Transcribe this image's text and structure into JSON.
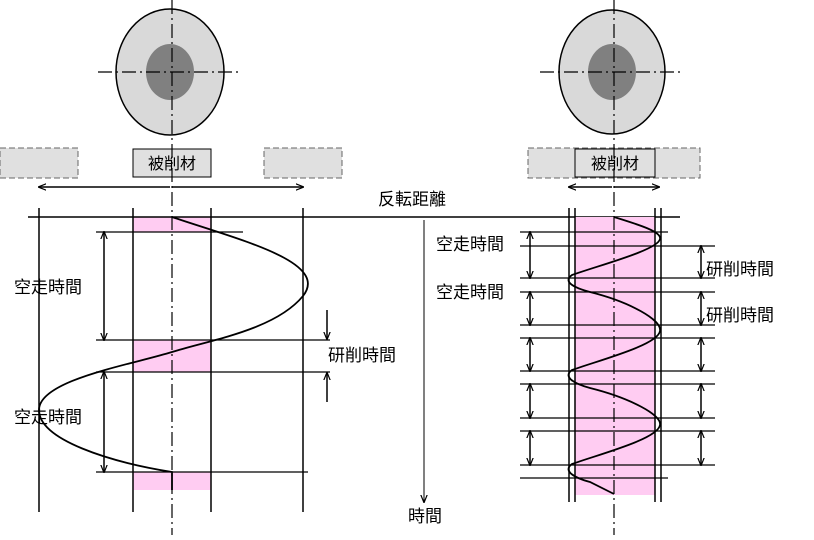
{
  "labels": {
    "workpiece_left": "被削材",
    "workpiece_right": "被削材",
    "reversal_distance": "反転距離",
    "time_axis": "時間",
    "idle_time": "空走時間",
    "grinding_time": "研削時間"
  },
  "colors": {
    "grind_zone": "#ffccf2",
    "outer_ellipse": "#d9d9d9",
    "inner_ellipse": "#808080",
    "dashed_block": "#e0e0e0",
    "line": "#000000"
  }
}
